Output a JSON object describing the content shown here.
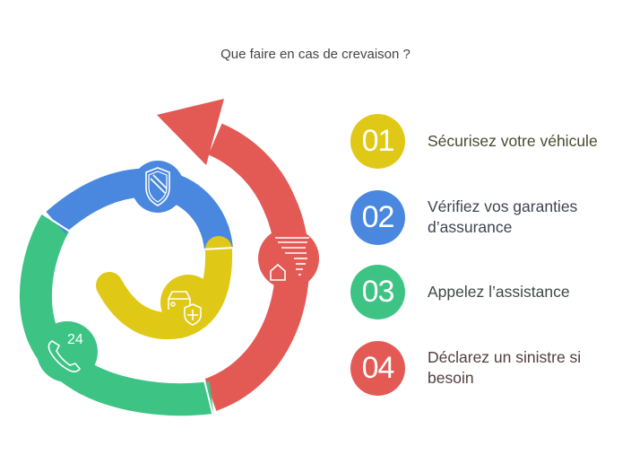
{
  "title": "Que faire en cas de crevaison ?",
  "colors": {
    "yellow": "#E0C916",
    "blue": "#4A88E0",
    "green": "#3DC484",
    "red": "#E35A55"
  },
  "steps": [
    {
      "number": "01",
      "label": "Sécurisez votre véhicule",
      "color": "#E0C916",
      "icon": "car-shield-icon"
    },
    {
      "number": "02",
      "label": "Vérifiez vos garanties d’assurance",
      "color": "#4A88E0",
      "icon": "shield-icon"
    },
    {
      "number": "03",
      "label": "Appelez l’assistance",
      "color": "#3DC484",
      "icon": "phone-24-icon"
    },
    {
      "number": "04",
      "label": "Déclarez un sinistre si besoin",
      "color": "#E35A55",
      "icon": "house-storm-icon"
    }
  ],
  "icon_text": {
    "phone_hours": "24"
  }
}
